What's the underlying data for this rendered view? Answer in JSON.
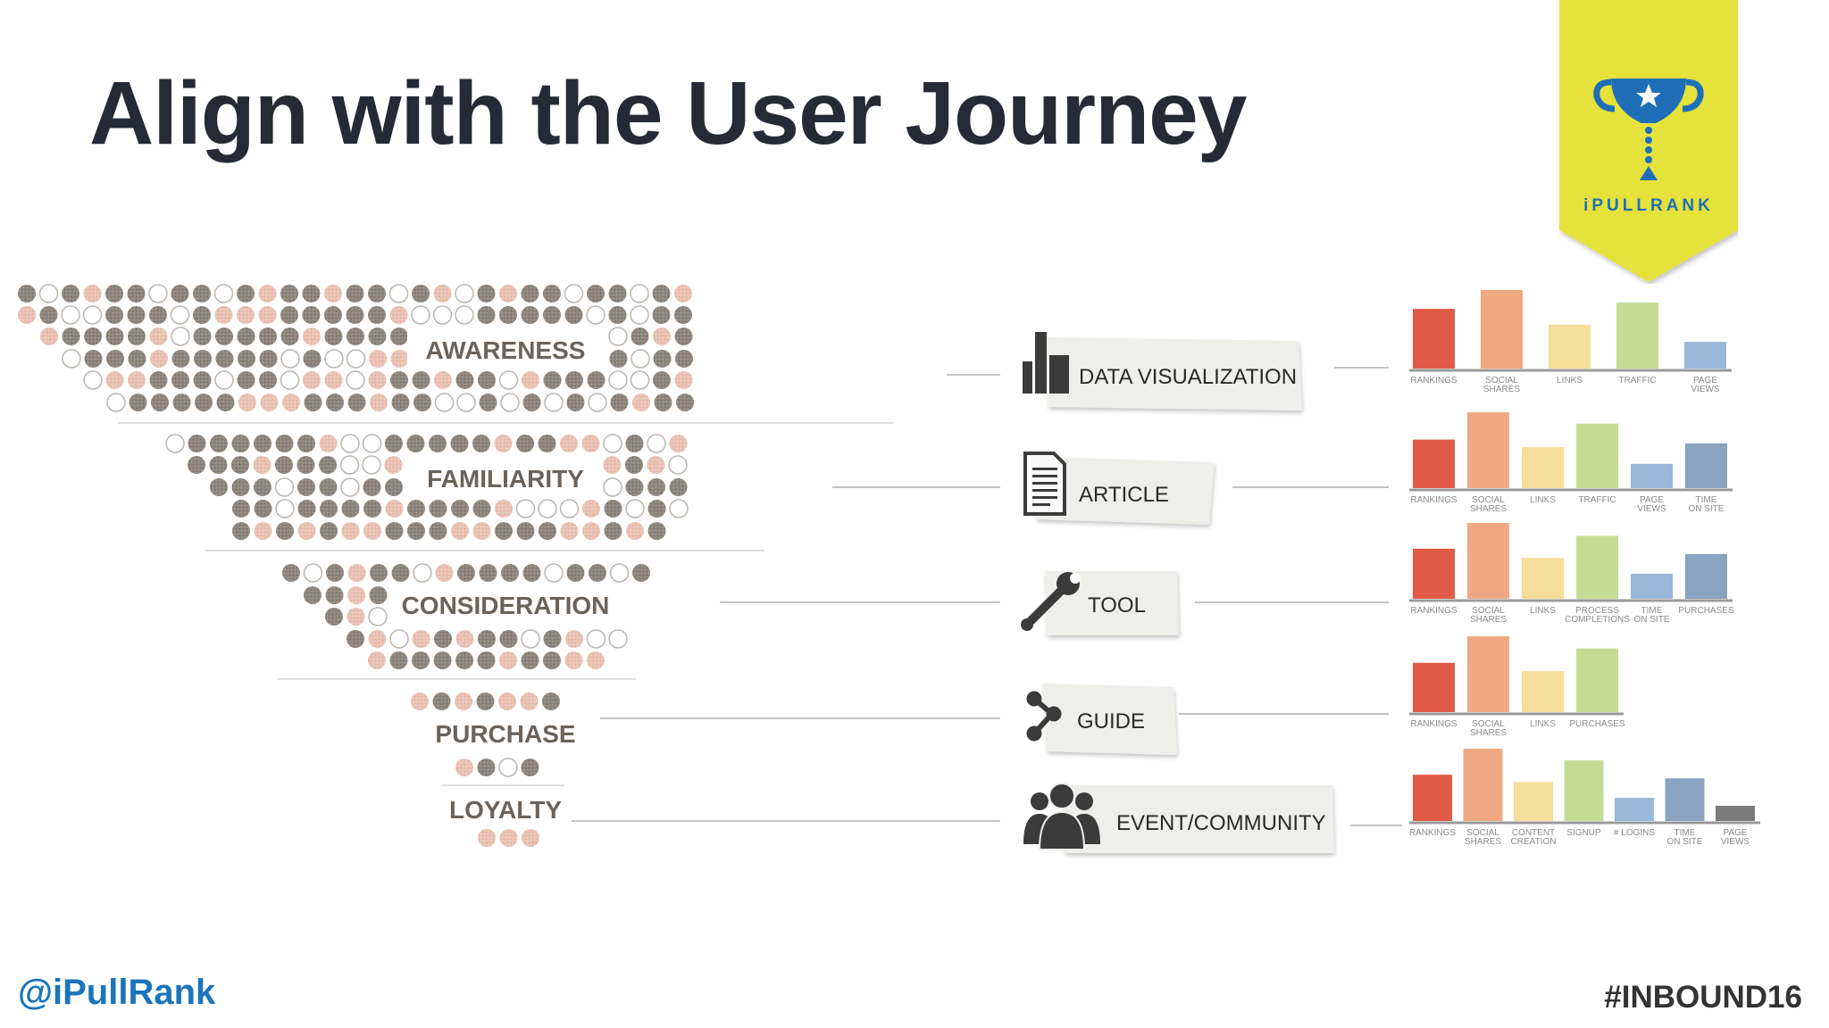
{
  "slide": {
    "title": "Align with the User Journey",
    "handle": "@iPullRank",
    "hashtag": "#INBOUND16"
  },
  "logo": {
    "text": "iPULLRANK",
    "icon": "trophy-icon",
    "banner_color": "#e4e23a",
    "trophy_color": "#1f6fb8"
  },
  "funnel": {
    "stages": [
      {
        "id": "awareness",
        "label": "AWARENESS"
      },
      {
        "id": "familiarity",
        "label": "FAMILIARITY"
      },
      {
        "id": "consideration",
        "label": "CONSIDERATION"
      },
      {
        "id": "purchase",
        "label": "PURCHASE"
      },
      {
        "id": "loyalty",
        "label": "LOYALTY"
      }
    ],
    "dot_colors": {
      "filled": "#8e8780",
      "pink": "#e8bfb0",
      "outline": "#bbb6b0"
    }
  },
  "content_types": [
    {
      "label": "DATA VISUALIZATION",
      "icon": "bar-chart-icon"
    },
    {
      "label": "ARTICLE",
      "icon": "document-icon"
    },
    {
      "label": "TOOL",
      "icon": "wrench-icon"
    },
    {
      "label": "GUIDE",
      "icon": "share-icon"
    },
    {
      "label": "EVENT/COMMUNITY",
      "icon": "people-icon"
    }
  ],
  "metric_charts": [
    {
      "bars": [
        {
          "label": [
            "RANKINGS"
          ],
          "color": "#e05a47",
          "value": 0.76
        },
        {
          "label": [
            "SOCIAL",
            "SHARES"
          ],
          "color": "#f0a882",
          "value": 1.0
        },
        {
          "label": [
            "LINKS"
          ],
          "color": "#f5dd9a",
          "value": 0.56
        },
        {
          "label": [
            "TRAFFIC"
          ],
          "color": "#c6dc95",
          "value": 0.84
        },
        {
          "label": [
            "PAGE",
            "VIEWS"
          ],
          "color": "#9ab8d8",
          "value": 0.34
        }
      ]
    },
    {
      "bars": [
        {
          "label": [
            "RANKINGS"
          ],
          "color": "#e05a47",
          "value": 0.64
        },
        {
          "label": [
            "SOCIAL",
            "SHARES"
          ],
          "color": "#f0a882",
          "value": 1.0
        },
        {
          "label": [
            "LINKS"
          ],
          "color": "#f5dd9a",
          "value": 0.54
        },
        {
          "label": [
            "TRAFFIC"
          ],
          "color": "#c6dc95",
          "value": 0.85
        },
        {
          "label": [
            "PAGE",
            "VIEWS"
          ],
          "color": "#9ab8d8",
          "value": 0.32
        },
        {
          "label": [
            "TIME",
            "ON SITE"
          ],
          "color": "#8aa3c0",
          "value": 0.59
        }
      ]
    },
    {
      "bars": [
        {
          "label": [
            "RANKINGS"
          ],
          "color": "#e05a47",
          "value": 0.66
        },
        {
          "label": [
            "SOCIAL",
            "SHARES"
          ],
          "color": "#f0a882",
          "value": 1.0
        },
        {
          "label": [
            "LINKS"
          ],
          "color": "#f5dd9a",
          "value": 0.54
        },
        {
          "label": [
            "PROCESS",
            "COMPLETIONS"
          ],
          "color": "#c6dc95",
          "value": 0.83
        },
        {
          "label": [
            "TIME",
            "ON SITE"
          ],
          "color": "#9ab8d8",
          "value": 0.33
        },
        {
          "label": [
            "PURCHASES"
          ],
          "color": "#8aa3c0",
          "value": 0.59
        }
      ]
    },
    {
      "bars": [
        {
          "label": [
            "RANKINGS"
          ],
          "color": "#e05a47",
          "value": 0.65
        },
        {
          "label": [
            "SOCIAL",
            "SHARES"
          ],
          "color": "#f0a882",
          "value": 1.0
        },
        {
          "label": [
            "LINKS"
          ],
          "color": "#f5dd9a",
          "value": 0.54
        },
        {
          "label": [
            "PURCHASES"
          ],
          "color": "#c6dc95",
          "value": 0.84
        }
      ]
    },
    {
      "bars": [
        {
          "label": [
            "RANKINGS"
          ],
          "color": "#e05a47",
          "value": 0.64
        },
        {
          "label": [
            "SOCIAL",
            "SHARES"
          ],
          "color": "#f0a882",
          "value": 1.0
        },
        {
          "label": [
            "CONTENT",
            "CREATION"
          ],
          "color": "#f5dd9a",
          "value": 0.54
        },
        {
          "label": [
            "SIGNUP"
          ],
          "color": "#c6dc95",
          "value": 0.84
        },
        {
          "label": [
            "# LOGINS"
          ],
          "color": "#9ab8d8",
          "value": 0.32
        },
        {
          "label": [
            "TIME",
            "ON SITE"
          ],
          "color": "#8aa3c0",
          "value": 0.59
        },
        {
          "label": [
            "PAGE",
            "VIEWS"
          ],
          "color": "#7b7b7b",
          "value": 0.21
        }
      ]
    }
  ]
}
